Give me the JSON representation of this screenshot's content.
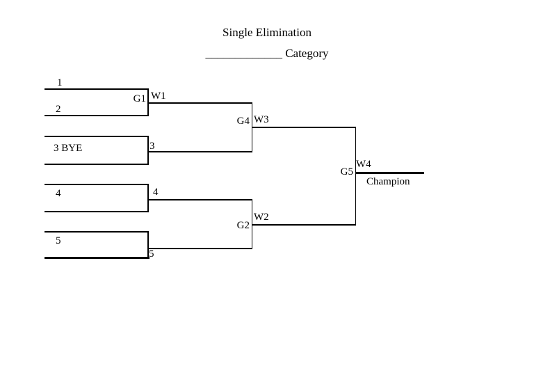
{
  "header": {
    "title": "Single Elimination",
    "category_blank": "_____________",
    "category_label": "Category"
  },
  "bracket": {
    "seeds": {
      "s1": "1",
      "s2": "2",
      "s3": "3 BYE",
      "s4": "4",
      "s5": "5"
    },
    "games": {
      "g1": "G1",
      "g2": "G2",
      "g4": "G4",
      "g5": "G5"
    },
    "winners": {
      "w1": "W1",
      "w2": "W2",
      "w3": "W3",
      "w4": "W4"
    },
    "advancers": {
      "a3": "3",
      "a4": "4",
      "a5": "5"
    },
    "champion_label": "Champion"
  },
  "colors": {
    "background": "#ffffff",
    "line": "#000000",
    "text": "#000000"
  }
}
